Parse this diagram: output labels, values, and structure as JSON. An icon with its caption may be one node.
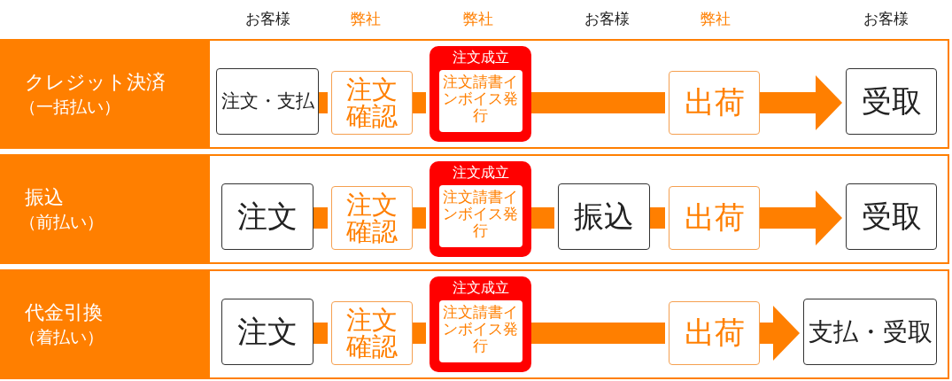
{
  "diagram": {
    "nodes": [
      {
        "text": [
          "クレジット決済",
          "（一括払い）"
        ]
      },
      {
        "text": [
          "注文・支払"
        ],
        "in": 0
      },
      {
        "text": [
          "注文確認"
        ],
        "in": 0
      },
      {
        "text": [
          "注文成立",
          "注文請書インボイス発行"
        ],
        "in": 0
      },
      {
        "text": [
          "出荷"
        ],
        "in": 0
      },
      {
        "text": [
          "受取"
        ],
        "in": 0
      },
      {
        "text": [
          "振込",
          "（前払い）"
        ]
      },
      {
        "text": [
          "注文"
        ],
        "in": 6
      },
      {
        "text": [
          "注文確認"
        ],
        "in": 6
      },
      {
        "text": [
          "注文成立",
          "注文請書インボイス発行"
        ],
        "in": 6
      },
      {
        "text": [
          "振込"
        ],
        "in": 6
      },
      {
        "text": [
          "出荷"
        ],
        "in": 6
      },
      {
        "text": [
          "受取"
        ],
        "in": 6
      },
      {
        "text": [
          "代金引換",
          "（着払い）"
        ]
      },
      {
        "text": [
          "注文"
        ],
        "in": 13
      },
      {
        "text": [
          "注文確認"
        ],
        "in": 13
      },
      {
        "text": [
          "注文成立",
          "注文請書インボイス発行"
        ],
        "in": 13
      },
      {
        "text": [
          "出荷"
        ],
        "in": 13
      },
      {
        "text": [
          "支払・受取"
        ],
        "in": 13
      }
    ],
    "edges": [
      {
        "from": 1,
        "to": 2,
        "arrow": "none"
      },
      {
        "from": 2,
        "to": 3,
        "arrow": "none"
      },
      {
        "from": 3,
        "to": 4,
        "arrow": "none"
      },
      {
        "from": 4,
        "to": 5,
        "arrow": "to"
      },
      {
        "from": 7,
        "to": 8,
        "arrow": "none"
      },
      {
        "from": 8,
        "to": 9,
        "arrow": "none"
      },
      {
        "from": 9,
        "to": 10,
        "arrow": "none"
      },
      {
        "from": 10,
        "to": 11,
        "arrow": "none"
      },
      {
        "from": 11,
        "to": 12,
        "arrow": "to"
      },
      {
        "from": 14,
        "to": 15,
        "arrow": "none"
      },
      {
        "from": 15,
        "to": 16,
        "arrow": "none"
      },
      {
        "from": 16,
        "to": 17,
        "arrow": "none"
      },
      {
        "from": 17,
        "to": 18,
        "arrow": "to"
      }
    ],
    "labels": [
      "お客様",
      "弊社",
      "弊社",
      "お客様",
      "弊社",
      "お客様"
    ]
  }
}
